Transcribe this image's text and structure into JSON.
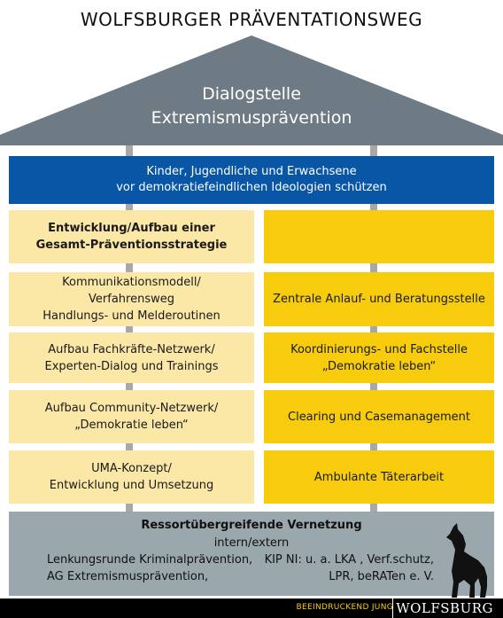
{
  "title": "WOLFSBURGER PRÄVENTATIONSWEG",
  "roof": {
    "line1": "Dialogstelle",
    "line2": "Extremismusprävention"
  },
  "banner": {
    "line1": "Kinder, Jugendliche und Erwachsene",
    "line2": "vor demokratiefeindlichen Ideologien schützen"
  },
  "left": [
    {
      "lines": [
        "Entwicklung/Aufbau einer",
        "Gesamt-Präventionsstrategie"
      ]
    },
    {
      "lines": [
        "Kommunikationsmodell/",
        "Verfahrensweg",
        "Handlungs- und Melderoutinen"
      ]
    },
    {
      "lines": [
        "Aufbau Fachkräfte-Netzwerk/",
        "Experten-Dialog und Trainings"
      ]
    },
    {
      "lines": [
        "Aufbau Community-Netzwerk/",
        "„Demokratie leben“"
      ]
    },
    {
      "lines": [
        "UMA-Konzept/",
        "Entwicklung und Umsetzung"
      ]
    }
  ],
  "right": [
    {
      "lines": [
        ""
      ]
    },
    {
      "lines": [
        "Zentrale Anlauf- und Beratungsstelle"
      ]
    },
    {
      "lines": [
        "Koordinierungs- und Fachstelle",
        "„Demokratie leben“"
      ]
    },
    {
      "lines": [
        "Clearing und Casemanagement"
      ]
    },
    {
      "lines": [
        "Ambulante Täterarbeit"
      ]
    }
  ],
  "foundation": {
    "heading": "Ressortübergreifende Vernetzung",
    "sub": "intern/extern",
    "left_line1": "Lenkungsrunde Kriminalprävention,",
    "left_line2": "AG Extremismusprävention,",
    "right_line1": "KIP NI: u. a. LKA , Verf.schutz,",
    "right_line2": "LPR, beRATen e. V."
  },
  "footer": {
    "claim": "BEEINDRUCKEND JUNG",
    "brand": "WOLFSBURG"
  },
  "colors": {
    "roof": "#6e7b85",
    "banner": "#0a56a6",
    "left": "#fbe7a6",
    "right": "#f6cc0d",
    "foundation": "#9aa7ad"
  }
}
